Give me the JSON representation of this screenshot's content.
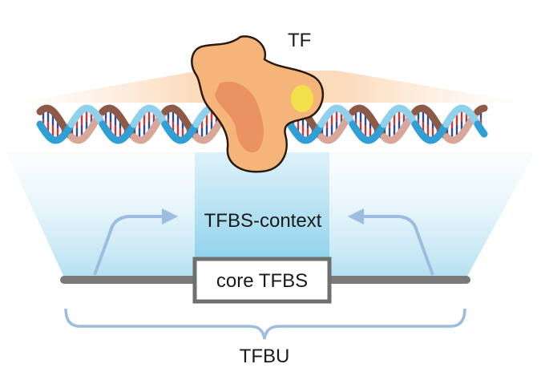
{
  "labels": {
    "protein": "TF",
    "context": "TFBS-context",
    "core": "core TFBS",
    "unit": "TFBU"
  },
  "colors": {
    "protein_fill": "#f4b47a",
    "protein_stroke": "#2a1a10",
    "protein_core": "#e88a5e",
    "protein_site": "#f2e04a",
    "helix_blue": "#2f9fd6",
    "helix_brown": "#8e5a48",
    "base_red": "#d6322f",
    "base_navy": "#2c4b9b",
    "context_blue": "#8fd0ea",
    "arrow_blue": "#9cbde0",
    "genome_gray": "#7a7a7a"
  },
  "icons": {
    "protein": "transcription-factor-blob-icon",
    "dna": "double-helix-icon",
    "arrows": "arrow-right-icon"
  }
}
